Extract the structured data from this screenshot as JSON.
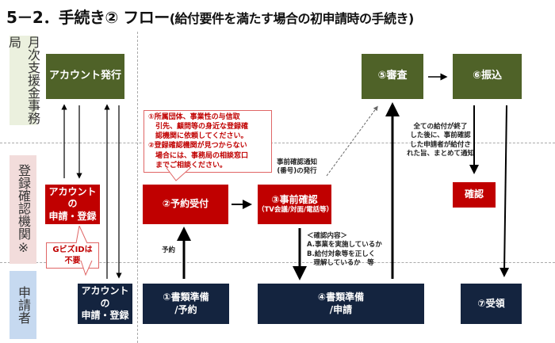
{
  "title": {
    "main": "5－2．手続き② フロー",
    "sub": "(給付要件を満たす場合の初申請時の手続き)"
  },
  "lanes": [
    {
      "label": "月次支援金事務局",
      "color": "#ebf0de"
    },
    {
      "label": "登録確認機関※",
      "color": "#f2dcdb"
    },
    {
      "label": "申請者",
      "color": "#c6d9f0"
    }
  ],
  "colors": {
    "office": "#4f6228",
    "registration": "#c00000",
    "applicant": "#14243f"
  },
  "boxes": {
    "account_issue": "アカウント発行",
    "review": "⑤審査",
    "transfer": "⑥振込",
    "reg_account_line1": "アカウントの",
    "reg_account_line2": "申請・登録",
    "reservation_accept": "②予約受付",
    "pre_check_line1": "③事前確認",
    "pre_check_line2": "（TV会議/対面/電話等）",
    "confirm": "確認",
    "app_account_line1": "アカウントの",
    "app_account_line2": "申請・登録",
    "docs_reserve_line1": "①書類準備",
    "docs_reserve_line2": "/予約",
    "docs_apply_line1": "④書類準備",
    "docs_apply_line2": "/申請",
    "receive": "⑦受領"
  },
  "callouts": {
    "gbiz_line1": "GビズIDは",
    "gbiz_line2": "不要",
    "guidance": [
      "①所属団体、事業性の与信取",
      "　引先、顧問等の身近な登録確",
      "　認機関に依頼してください。",
      "②登録確認機関が見つからない",
      "　場合には、事務局の相談窓口",
      "　までご相談ください。"
    ]
  },
  "notes": {
    "notice": [
      "事前確認通知",
      "(番号)の発行"
    ],
    "reserve": "予約",
    "check_contents": [
      "＜確認内容＞",
      "A.事業を実施しているか",
      "B.給付対象等を正しく",
      "　理解しているか　等"
    ],
    "completion": [
      "全ての給付が終了",
      "した後に、事前確認",
      "した申請者が給付さ",
      "れた旨、まとめて通知"
    ]
  }
}
